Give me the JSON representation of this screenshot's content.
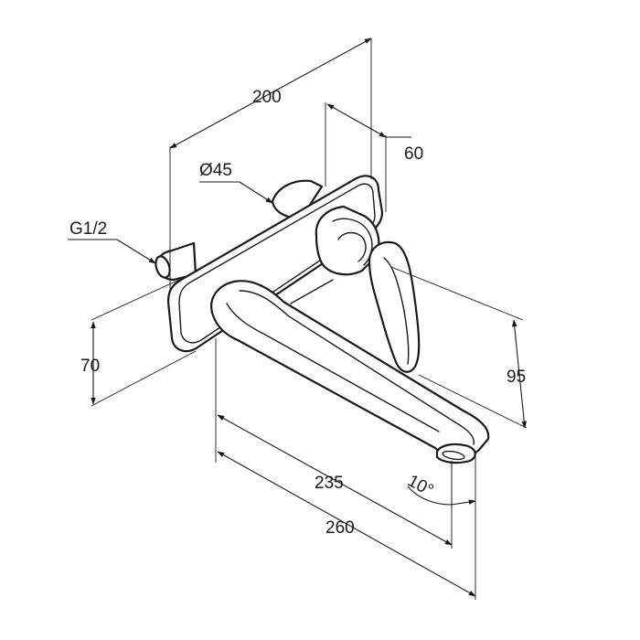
{
  "dimensions": {
    "width_overall": "200",
    "depth_plate": "60",
    "rosette_diameter": "Ø45",
    "connection_thread": "G1/2",
    "plate_height": "70",
    "spout_height": "95",
    "spout_projection": "235",
    "spout_total": "260",
    "spout_angle": "10°"
  }
}
